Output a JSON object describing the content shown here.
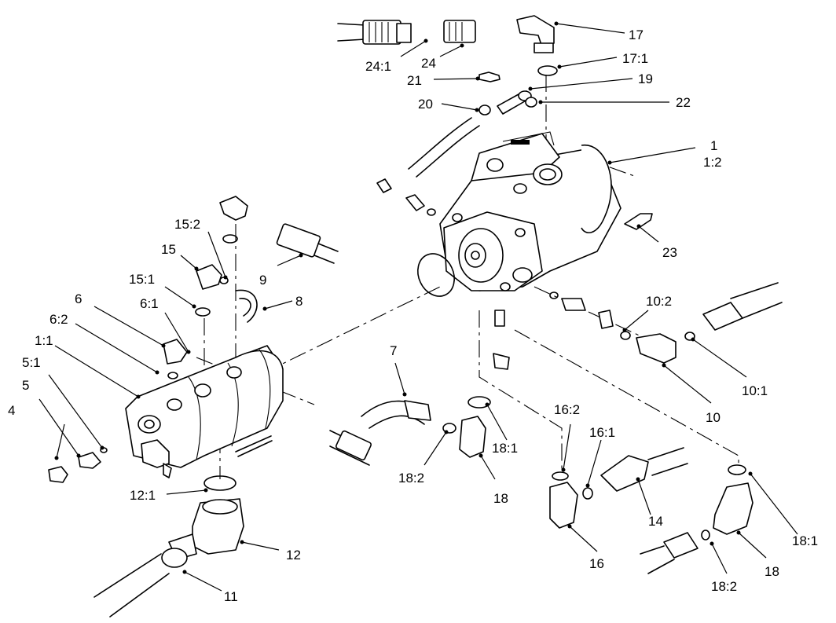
{
  "callouts": [
    {
      "id": "c1",
      "text": "1"
    },
    {
      "id": "c1_2",
      "text": "1:2"
    },
    {
      "id": "c4",
      "text": "4"
    },
    {
      "id": "c5",
      "text": "5"
    },
    {
      "id": "c5_1",
      "text": "5:1"
    },
    {
      "id": "c1_1",
      "text": "1:1"
    },
    {
      "id": "c6_2",
      "text": "6:2"
    },
    {
      "id": "c6",
      "text": "6"
    },
    {
      "id": "c6_1",
      "text": "6:1"
    },
    {
      "id": "c15_1",
      "text": "15:1"
    },
    {
      "id": "c15",
      "text": "15"
    },
    {
      "id": "c15_2",
      "text": "15:2"
    },
    {
      "id": "c9",
      "text": "9"
    },
    {
      "id": "c8",
      "text": "8"
    },
    {
      "id": "c7",
      "text": "7"
    },
    {
      "id": "c18_2a",
      "text": "18:2"
    },
    {
      "id": "c18_1a",
      "text": "18:1"
    },
    {
      "id": "c18a",
      "text": "18"
    },
    {
      "id": "c12_1",
      "text": "12:1"
    },
    {
      "id": "c12",
      "text": "12"
    },
    {
      "id": "c11",
      "text": "11"
    },
    {
      "id": "c16_2",
      "text": "16:2"
    },
    {
      "id": "c16_1",
      "text": "16:1"
    },
    {
      "id": "c16",
      "text": "16"
    },
    {
      "id": "c14",
      "text": "14"
    },
    {
      "id": "c10_2",
      "text": "10:2"
    },
    {
      "id": "c10_1",
      "text": "10:1"
    },
    {
      "id": "c10",
      "text": "10"
    },
    {
      "id": "c18_1b",
      "text": "18:1"
    },
    {
      "id": "c18b",
      "text": "18"
    },
    {
      "id": "c18_2b",
      "text": "18:2"
    },
    {
      "id": "c17",
      "text": "17"
    },
    {
      "id": "c17_1",
      "text": "17:1"
    },
    {
      "id": "c19",
      "text": "19"
    },
    {
      "id": "c22",
      "text": "22"
    },
    {
      "id": "c21",
      "text": "21"
    },
    {
      "id": "c20",
      "text": "20"
    },
    {
      "id": "c24_1",
      "text": "24:1"
    },
    {
      "id": "c24",
      "text": "24"
    },
    {
      "id": "c23",
      "text": "23"
    }
  ]
}
